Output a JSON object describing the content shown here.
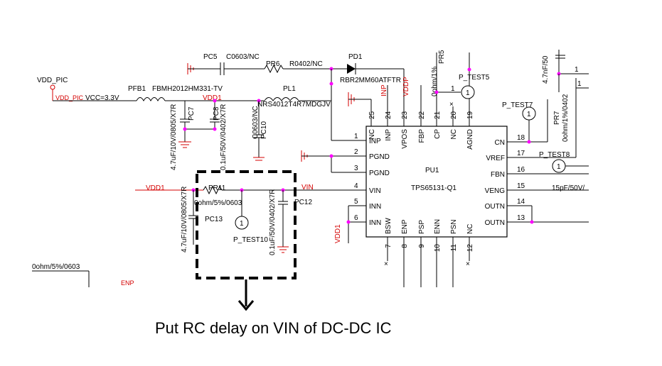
{
  "colors": {
    "net": "#d40000",
    "wire": "#000000",
    "junction": "#ff00ff",
    "gnd": "#d40000",
    "highlight": "#000000"
  },
  "labels": {
    "vdd_pic": "VDD_PIC",
    "vdd_pic_net": "VDD_PIC",
    "vcc": "VCC=3.3V",
    "pfb1": "PFB1",
    "pfb1_part": "FBMH2012HM331-TV",
    "vdd1_top": "VDD1",
    "pc5": "PC5",
    "pc5_part": "C0603/NC",
    "pr6": "PR6",
    "pr6_part": "R0402/NC",
    "pd1": "PD1",
    "pd1_part": "RBR2MM60ATFTR",
    "pl1": "PL1",
    "pl1_part": "NRS4012T4R7MDGJV",
    "pc7": "PC7",
    "pc7_part": "4.7uF/10V/0805/X7R",
    "pc8": "PC8",
    "pc8_part": "0.1uF/50V/0402/X7R",
    "pc10": "PC10",
    "pc10_part": "C0603/NC",
    "inp_net": "INP",
    "vddp_net": "VDDP",
    "pr5": "PR5",
    "pr5_part": "0ohm/1%",
    "ptest5": "P_TEST5",
    "ptest7": "P_TEST7",
    "pr7": "PR7",
    "pr7_part": "0ohm/1%/0402",
    "ptest8": "P_TEST8",
    "cap_top_right": "4.7nF/50",
    "pin_1_right": "1",
    "pin_1_right2": "1",
    "vdd1_left": "VDD1",
    "pr11": "PR11",
    "pr11_part": "0ohm/5%/0603",
    "vin_net": "VIN",
    "pc12": "PC12",
    "pc12_part": "0.1uF/50V/0402/X7R",
    "pc13": "PC13",
    "pc13_part": "4.7uF/10V/0805/X7R",
    "ptest10": "P_TEST10",
    "vdd1_bottom": "VDD1",
    "left_res_part": "0ohm/5%/0603",
    "enp_net": "ENP",
    "ic_ref": "PU1",
    "ic_part": "TPS65131-Q1",
    "right_cap": "15pF/50V/",
    "testpoint_pin": "1",
    "nc_mark": "×"
  },
  "ic_pins": {
    "left": [
      {
        "num": "1",
        "name": "INP"
      },
      {
        "num": "2",
        "name": "PGND"
      },
      {
        "num": "3",
        "name": "PGND"
      },
      {
        "num": "4",
        "name": "VIN"
      },
      {
        "num": "5",
        "name": "INN"
      },
      {
        "num": "6",
        "name": "INN"
      }
    ],
    "top": [
      {
        "num": "25",
        "name": "NC"
      },
      {
        "num": "24",
        "name": "INP"
      },
      {
        "num": "23",
        "name": "VPOS"
      },
      {
        "num": "22",
        "name": "FBP"
      },
      {
        "num": "21",
        "name": "CP"
      },
      {
        "num": "20",
        "name": "NC"
      },
      {
        "num": "19",
        "name": "AGND"
      }
    ],
    "right": [
      {
        "num": "18",
        "name": "CN"
      },
      {
        "num": "17",
        "name": "VREF"
      },
      {
        "num": "16",
        "name": "FBN"
      },
      {
        "num": "15",
        "name": "VENG"
      },
      {
        "num": "14",
        "name": "OUTN"
      },
      {
        "num": "13",
        "name": "OUTN"
      }
    ],
    "bottom": [
      {
        "num": "7",
        "name": "BSW"
      },
      {
        "num": "8",
        "name": "ENP"
      },
      {
        "num": "9",
        "name": "PSP"
      },
      {
        "num": "10",
        "name": "ENN"
      },
      {
        "num": "11",
        "name": "PSN"
      },
      {
        "num": "12",
        "name": "NC"
      }
    ]
  },
  "caption": "Put RC delay on VIN of DC-DC IC"
}
